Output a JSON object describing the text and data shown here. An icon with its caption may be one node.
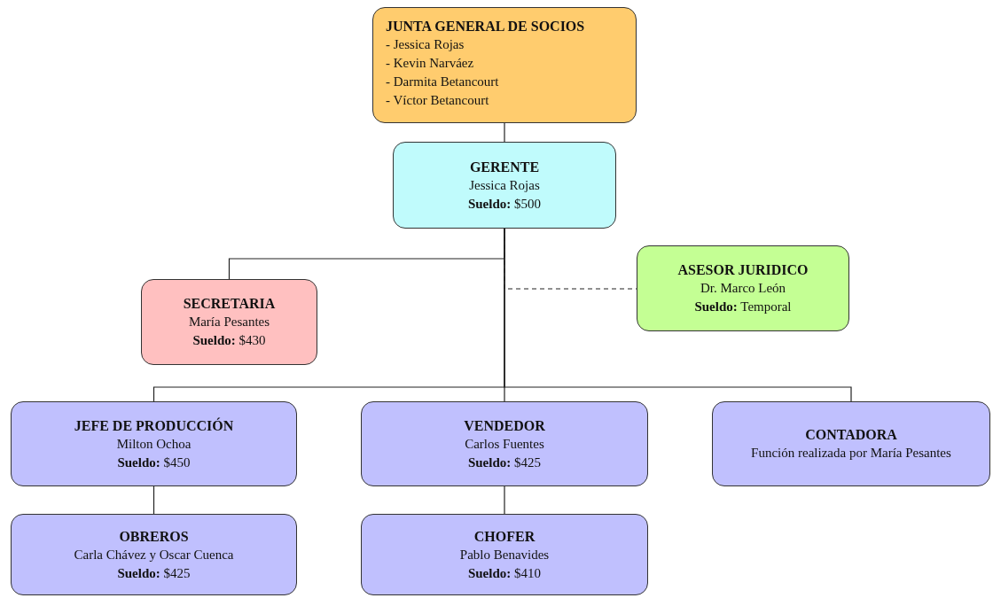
{
  "diagram": {
    "nodes": [
      {
        "text": [
          "JUNTA GENERAL DE SOCIOS",
          "- Jessica Rojas",
          "- Kevin Narváez",
          "- Darmita Betancourt",
          "- Víctor Betancourt"
        ]
      },
      {
        "text": [
          "GERENTE",
          "Jessica Rojas",
          "**Sueldo:** $500"
        ]
      },
      {
        "text": [
          "SECRETARIA",
          "María Pesantes",
          "**Sueldo:** $430"
        ]
      },
      {
        "text": [
          "ASESOR JURIDICO",
          "Dr. Marco León",
          "**Sueldo:** Temporal"
        ]
      },
      {
        "text": [
          "JEFE DE PRODUCCIÓN",
          "Milton Ochoa",
          "**Sueldo:** $450"
        ]
      },
      {
        "text": [
          "VENDEDOR",
          "Carlos Fuentes",
          "**Sueldo:** $425"
        ]
      },
      {
        "text": [
          "CONTADORA",
          "Función realizada por María Pesantes"
        ]
      },
      {
        "text": [
          "OBREROS",
          "Carla Chávez y Oscar Cuenca",
          "**Sueldo:** $425"
        ]
      },
      {
        "text": [
          "CHOFER",
          "Pablo Benavides",
          "**Sueldo:** $410"
        ]
      }
    ],
    "edges": [
      {
        "from": 0,
        "to": 1,
        "arrow": "none"
      },
      {
        "from": 1,
        "to": 2,
        "arrow": "none"
      },
      {
        "from": 1,
        "to": 3,
        "arrow": "none",
        "style": "dashed"
      },
      {
        "from": 1,
        "to": 4,
        "arrow": "none"
      },
      {
        "from": 1,
        "to": 5,
        "arrow": "none"
      },
      {
        "from": 1,
        "to": 6,
        "arrow": "none"
      },
      {
        "from": 4,
        "to": 7,
        "arrow": "none"
      },
      {
        "from": 5,
        "to": 8,
        "arrow": "none"
      }
    ]
  }
}
